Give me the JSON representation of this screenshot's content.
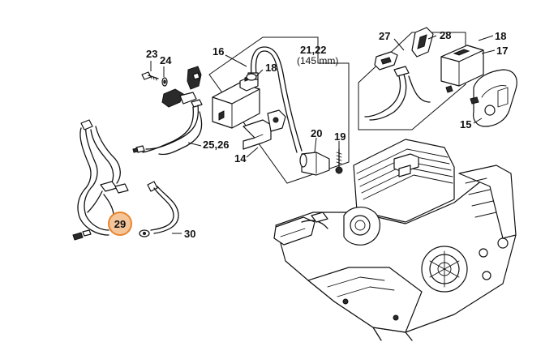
{
  "labels": {
    "p23": "23",
    "p24": "24",
    "p16": "16",
    "p18a": "18",
    "p21_22": "21,22",
    "p21_22_len": "(145 mm)",
    "p25_26": "25,26",
    "p14": "14",
    "p20": "20",
    "p19": "19",
    "p27": "27",
    "p28": "28",
    "p18b": "18",
    "p17": "17",
    "p15": "15",
    "p29": "29",
    "p30": "30"
  },
  "highlight": {
    "part": "29",
    "fill_color": "#f5c59a",
    "ring_color": "#e8852f"
  }
}
